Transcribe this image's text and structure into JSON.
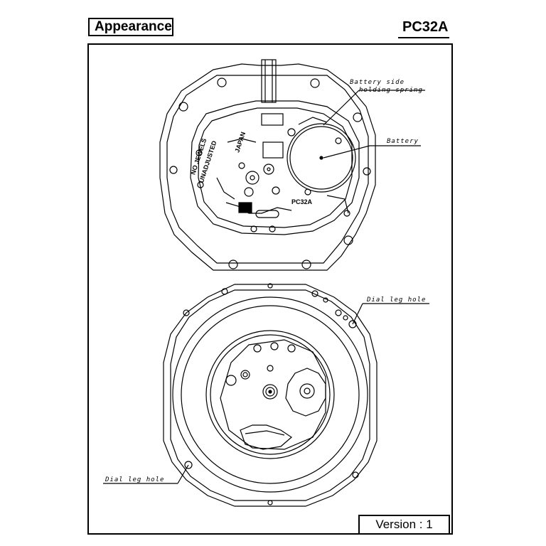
{
  "header": {
    "title": "Appearance",
    "model": "PC32A"
  },
  "footer": {
    "version": "Version :  1"
  },
  "labels": {
    "battery_spring_line1": "Battery side",
    "battery_spring_line2": "holding spring",
    "battery": "Battery",
    "dial_leg_hole_top": "Dial leg hole",
    "dial_leg_hole_bottom": "Dial leg hole"
  },
  "movement_markings": {
    "japan": "JAPAN",
    "model_stamp": "PC32A",
    "jewels": "NO JEWELS",
    "unadjusted": "UNADJUSTED"
  }
}
